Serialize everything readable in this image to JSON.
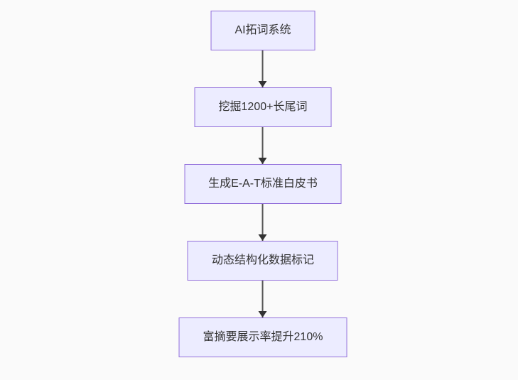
{
  "theme": {
    "page_bg": "#fafafa",
    "node_fill": "#ececff",
    "node_border": "#9370db",
    "node_text": "#333333",
    "edge_line": "#555555",
    "arrowhead": "#333333"
  },
  "flowchart": {
    "type": "flowchart",
    "direction": "top-down",
    "nodes": [
      {
        "label": "AI拓词系统"
      },
      {
        "label": "挖掘1200+长尾词"
      },
      {
        "label": "生成E-A-T标准白皮书"
      },
      {
        "label": "动态结构化数据标记"
      },
      {
        "label": "富摘要展示率提升210%"
      }
    ],
    "edges": [
      {
        "from": 0,
        "to": 1
      },
      {
        "from": 1,
        "to": 2
      },
      {
        "from": 2,
        "to": 3
      },
      {
        "from": 3,
        "to": 4
      }
    ]
  }
}
